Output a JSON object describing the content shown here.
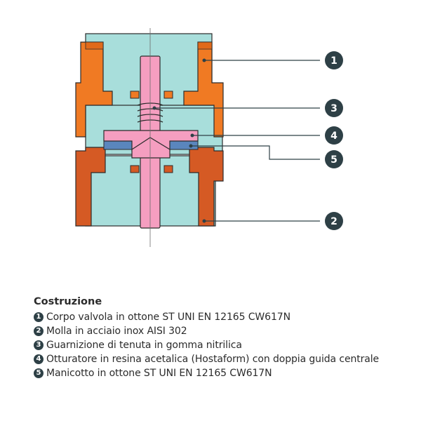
{
  "colors": {
    "body_orange": "#f07a23",
    "body_orange_dark": "#c9541c",
    "sleeve_red": "#d55a24",
    "fluid": "#a8dedb",
    "disc_pink": "#f59ec0",
    "gasket_blue": "#5a86bd",
    "outline": "#2b2b2b",
    "callout_dark": "#2e4046"
  },
  "callouts": [
    {
      "id": "1",
      "number": "1"
    },
    {
      "id": "3",
      "number": "3"
    },
    {
      "id": "4",
      "number": "4"
    },
    {
      "id": "5",
      "number": "5"
    },
    {
      "id": "2",
      "number": "2"
    }
  ],
  "legend": {
    "title": "Costruzione",
    "items": [
      {
        "number": "1",
        "text": "Corpo valvola in ottone ST UNI EN 12165 CW617N"
      },
      {
        "number": "2",
        "text": "Molla in acciaio inox AISI 302"
      },
      {
        "number": "3",
        "text": "Guarnizione di tenuta in gomma nitrilica"
      },
      {
        "number": "4",
        "text": "Otturatore in resina acetalica (Hostaform) con doppia guida centrale"
      },
      {
        "number": "5",
        "text": "Manicotto in ottone ST UNI EN 12165 CW617N"
      }
    ]
  }
}
